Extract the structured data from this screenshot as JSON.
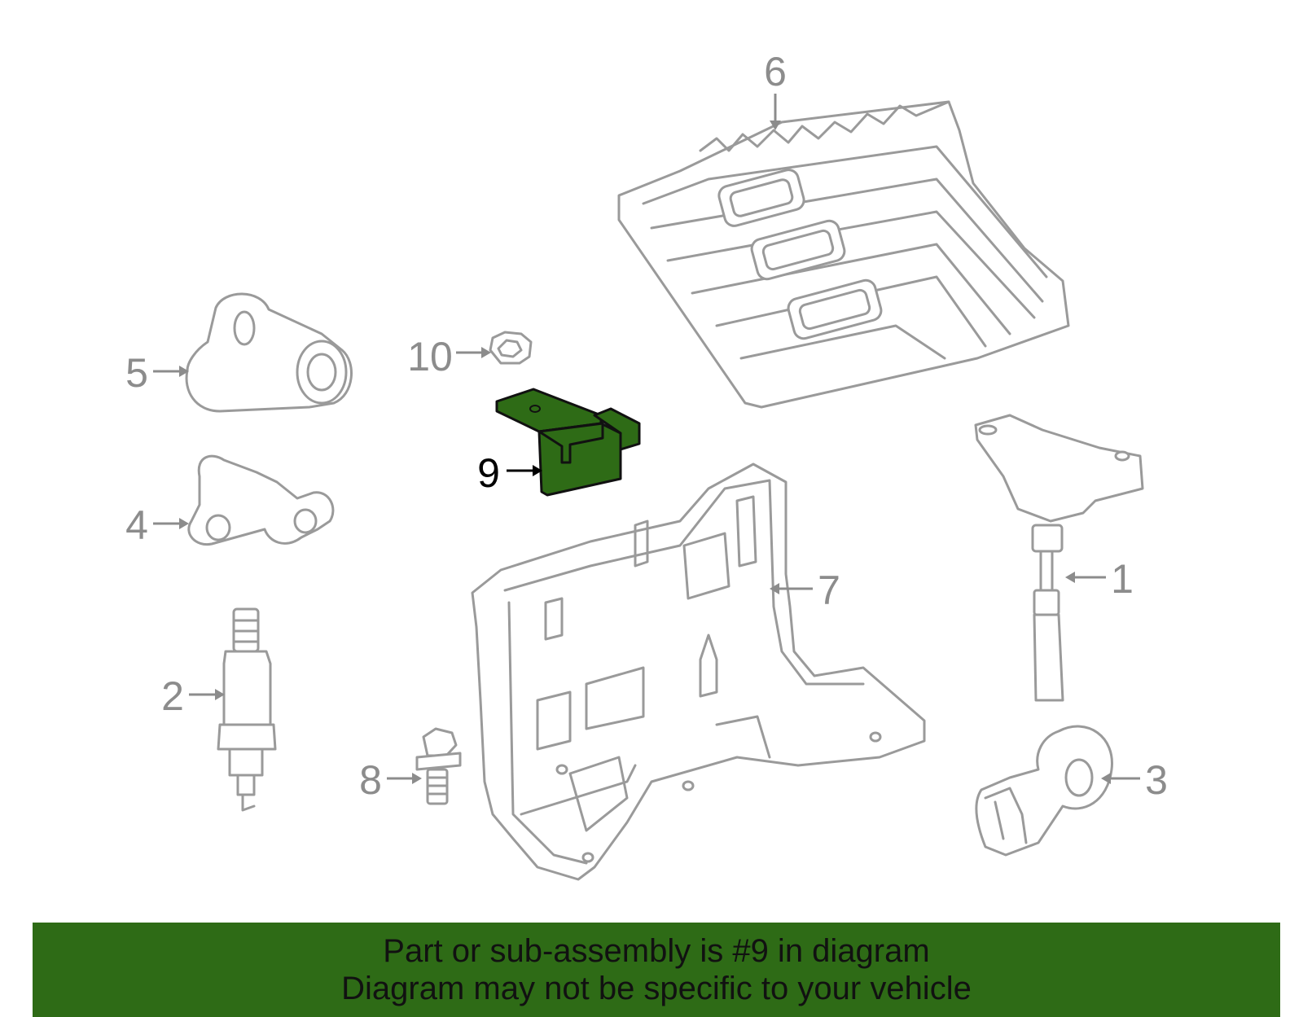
{
  "diagram": {
    "highlight_color": "#2e6b16",
    "part_outline_color": "#9a9a9a",
    "callouts": {
      "c1": "1",
      "c2": "2",
      "c3": "3",
      "c4": "4",
      "c5": "5",
      "c6": "6",
      "c7": "7",
      "c8": "8",
      "c9": "9",
      "c10": "10"
    },
    "highlighted_part": "9"
  },
  "banner": {
    "line1": "Part or sub-assembly is #9 in diagram",
    "line2": "Diagram may not be specific to your vehicle"
  }
}
